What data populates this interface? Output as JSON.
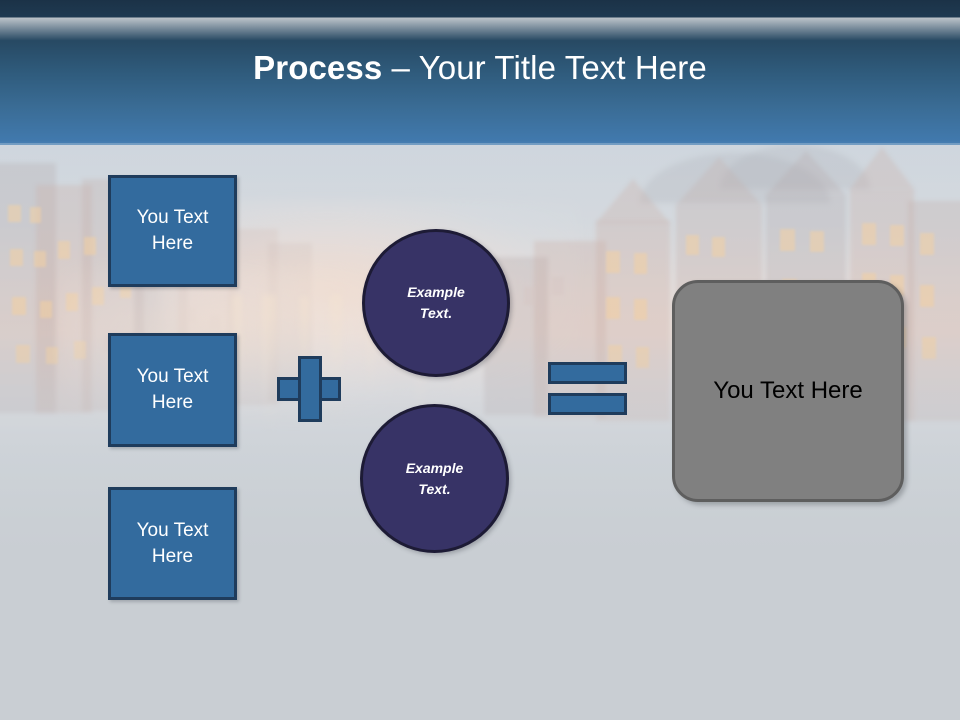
{
  "slide": {
    "title": {
      "strong": "Process",
      "rest": " – Your Title Text Here"
    },
    "colors": {
      "header_top": "#1b3247",
      "header_bottom": "#4a82b6",
      "box_blue_fill": "#336b9e",
      "box_blue_border": "#1f3c5c",
      "circle_fill": "#373366",
      "circle_border": "#1d1b35",
      "result_fill": "#808080",
      "result_border": "#5e5e5e",
      "canvas_bg": "#c9ced3"
    },
    "background": {
      "description": "waterfront wooden warehouse buildings at dusk, washed out"
    },
    "left_boxes": [
      {
        "label": "You Text Here"
      },
      {
        "label": "You Text Here"
      },
      {
        "label": "You Text Here"
      }
    ],
    "operators": {
      "plus": "+",
      "equals": "="
    },
    "circles": [
      {
        "label": "Example Text."
      },
      {
        "label": "Example Text."
      }
    ],
    "result": {
      "label": "You Text Here"
    }
  }
}
